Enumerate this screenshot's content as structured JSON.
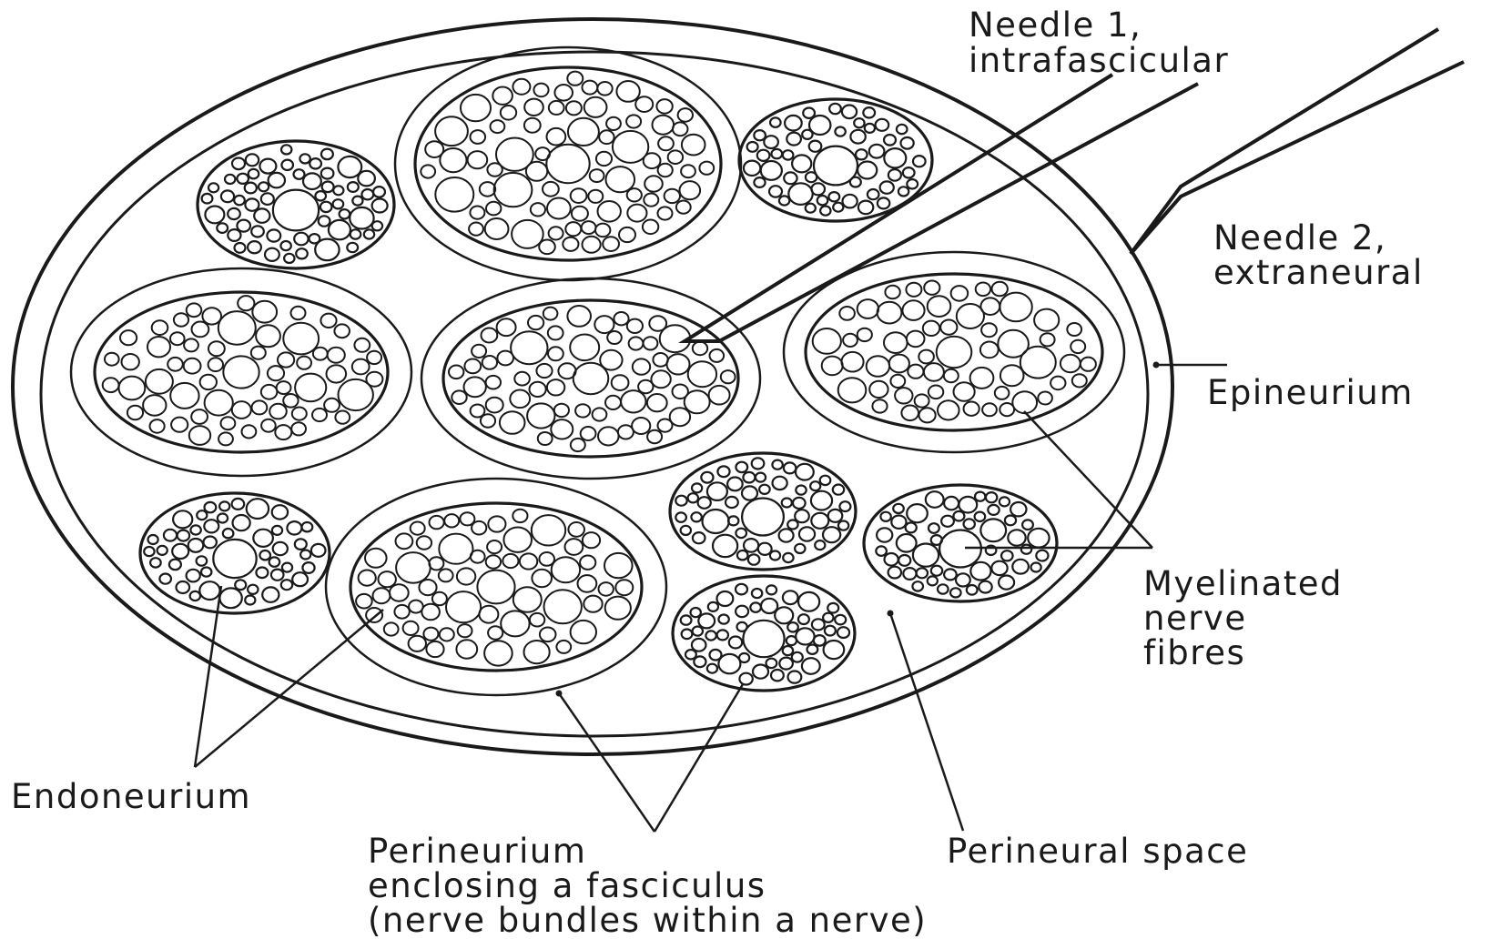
{
  "labels": {
    "needle1_line1": "Needle 1,",
    "needle1_line2": "intrafascicular",
    "needle2_line1": "Needle 2,",
    "needle2_line2": "extraneural",
    "epineurium": "Epineurium",
    "myelinated_line1": "Myelinated",
    "myelinated_line2": "nerve",
    "myelinated_line3": "fibres",
    "endoneurium": "Endoneurium",
    "perineurium_line1": "Perineurium",
    "perineurium_line2": "enclosing a fasciculus",
    "perineurium_line3": "(nerve bundles within a nerve)",
    "perineural_space": "Perineural space"
  },
  "fascicle_count": 11,
  "colors": {
    "ink": "#1a1a1a",
    "background": "#ffffff"
  }
}
